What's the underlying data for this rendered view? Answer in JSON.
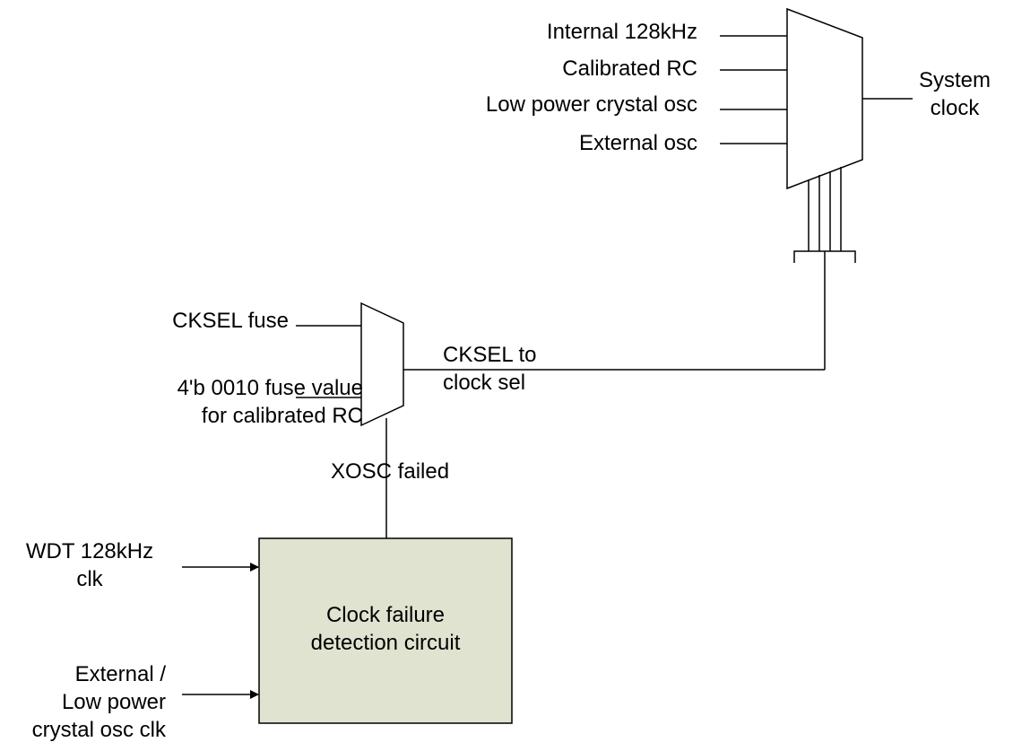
{
  "colors": {
    "line": "#000000",
    "background": "#ffffff",
    "detector_fill": "#dfe3cf"
  },
  "system_mux": {
    "inputs": [
      "Internal 128kHz",
      "Calibrated RC",
      "Low power crystal osc",
      "External osc"
    ],
    "output_line1": "System",
    "output_line2": "clock"
  },
  "select_mux": {
    "input_fuse": "CKSEL fuse",
    "input_default_line1": "4'b 0010  fuse value",
    "input_default_line2": "for calibrated RC",
    "output_line1": "CKSEL to",
    "output_line2": "clock sel"
  },
  "failure_signal": "XOSC failed",
  "detector": {
    "title_line1": "Clock failure",
    "title_line2": "detection circuit",
    "input_wdt_line1": "WDT 128kHz",
    "input_wdt_line2": "clk",
    "input_ext_line1": "External /",
    "input_ext_line2": "Low power",
    "input_ext_line3": "crystal osc clk"
  }
}
